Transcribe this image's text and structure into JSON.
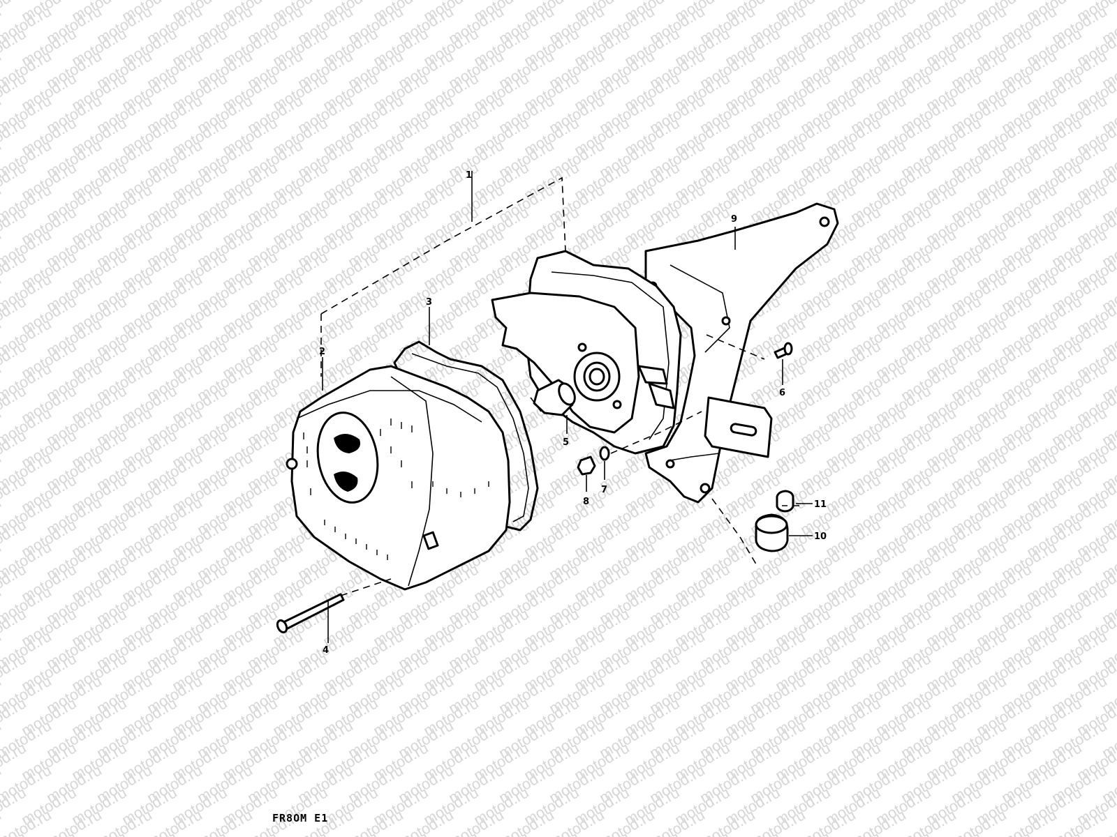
{
  "watermark": {
    "text": "motod.ru"
  },
  "diagram_code": "FR8OM E1",
  "callouts": [
    {
      "id": "p1",
      "label": "1"
    },
    {
      "id": "p2",
      "label": "2"
    },
    {
      "id": "p3",
      "label": "3"
    },
    {
      "id": "p4",
      "label": "4"
    },
    {
      "id": "p5",
      "label": "5"
    },
    {
      "id": "p6",
      "label": "6"
    },
    {
      "id": "p7",
      "label": "7"
    },
    {
      "id": "p8",
      "label": "8"
    },
    {
      "id": "p9",
      "label": "9"
    },
    {
      "id": "p10",
      "label": "10"
    },
    {
      "id": "p11",
      "label": "11"
    }
  ]
}
